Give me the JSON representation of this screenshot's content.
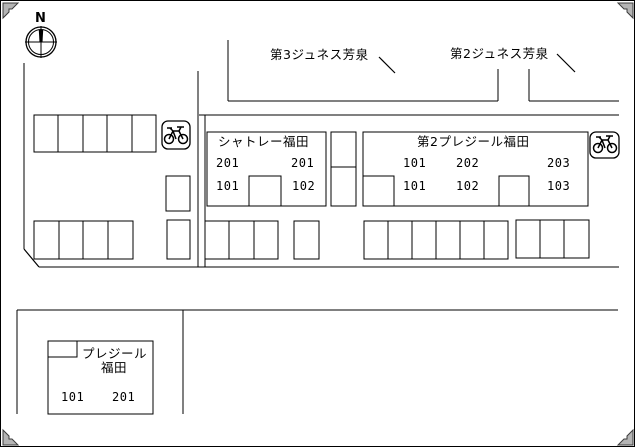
{
  "colors": {
    "line": "#000000",
    "background": "#ffffff",
    "corner_marks": "#b4b4b4"
  },
  "compass": {
    "label": "N"
  },
  "north_blocks": [
    {
      "label": "第3ジュネス芳泉"
    },
    {
      "label": "第2ジュネス芳泉"
    }
  ],
  "buildings": [
    {
      "title": "シャトレー福田",
      "rooms": [
        [
          "201",
          "201"
        ],
        [
          "101",
          "102"
        ]
      ]
    },
    {
      "title": "第2プレジール福田",
      "rooms": [
        [
          "101",
          "202",
          "203"
        ],
        [
          "101",
          "102",
          "103"
        ]
      ]
    },
    {
      "title_line1": "プレジール",
      "title_line2": "福田",
      "rooms": [
        [
          "101",
          "201"
        ]
      ]
    }
  ]
}
